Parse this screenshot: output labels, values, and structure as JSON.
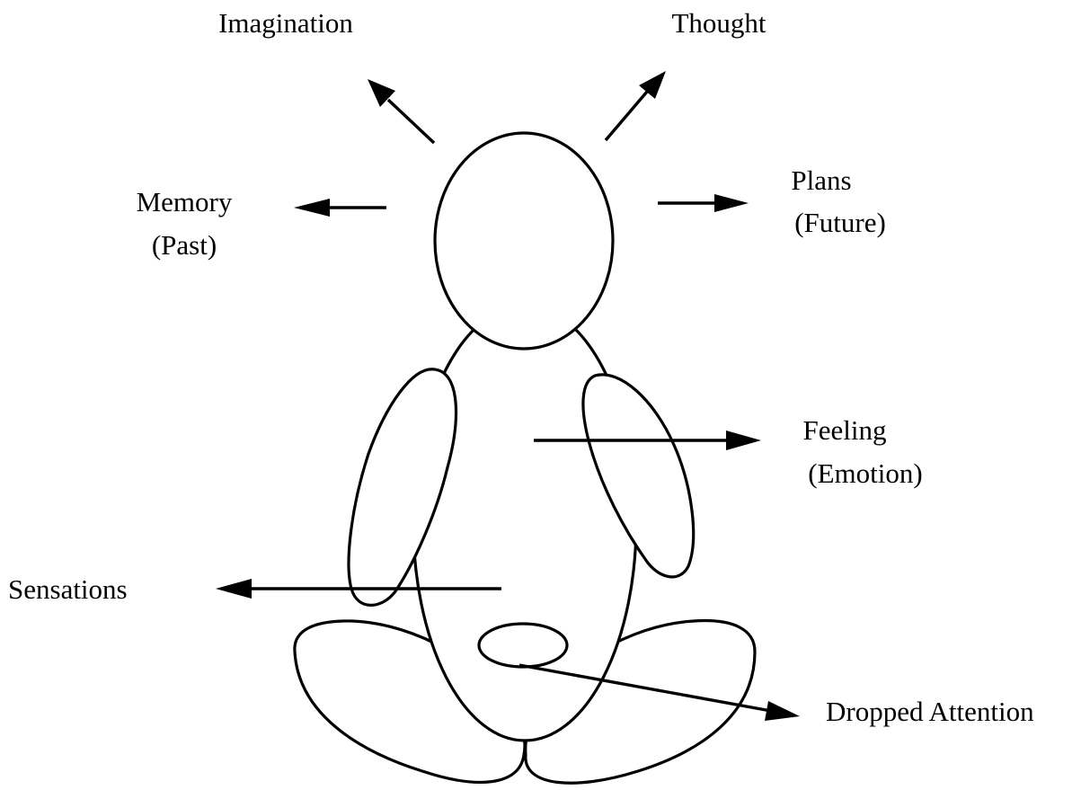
{
  "diagram": {
    "labels": {
      "imagination": "Imagination",
      "thought": "Thought",
      "memory_line1": "Memory",
      "memory_line2": "(Past)",
      "plans_line1": "Plans",
      "plans_line2": "(Future)",
      "feeling_line1": "Feeling",
      "feeling_line2": "(Emotion)",
      "sensations": "Sensations",
      "dropped_attention": "Dropped Attention"
    },
    "colors": {
      "stroke": "#000000",
      "fill": "#ffffff",
      "background": "#ffffff"
    }
  }
}
